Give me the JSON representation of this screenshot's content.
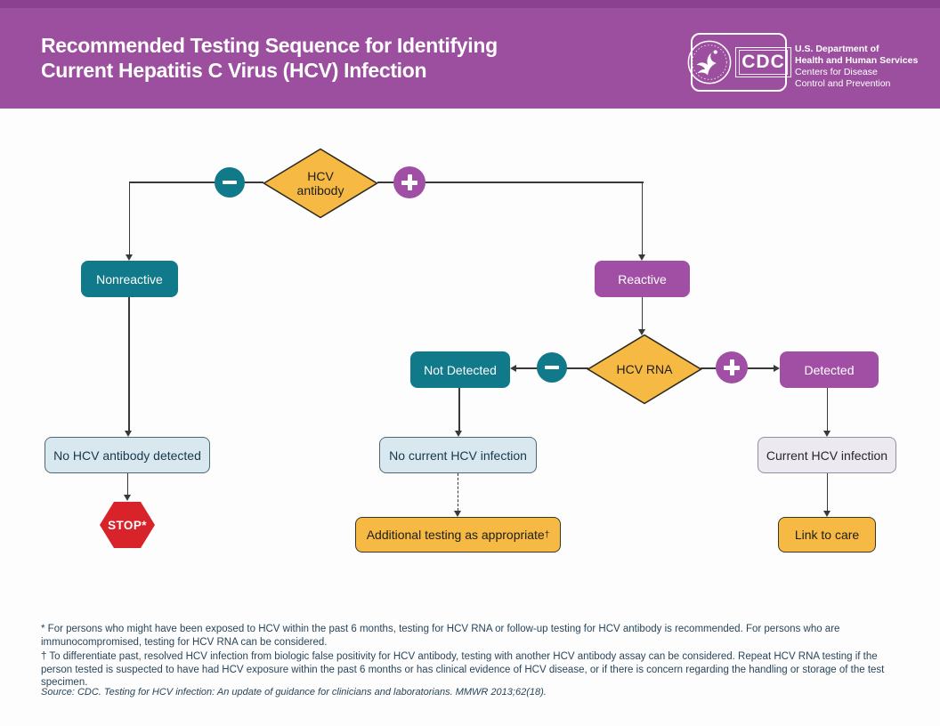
{
  "header": {
    "title_line1": "Recommended Testing Sequence for Identifying",
    "title_line2": "Current Hepatitis C Virus (HCV) Infection",
    "logo": {
      "cdc": "CDC",
      "dept_bold1": "U.S. Department of",
      "dept_bold2": "Health and Human Services",
      "dept_reg1": "Centers for Disease",
      "dept_reg2": "Control and Prevention"
    }
  },
  "flowchart": {
    "nodes": {
      "hcv_antibody_line1": "HCV",
      "hcv_antibody_line2": "antibody",
      "nonreactive": "Nonreactive",
      "reactive": "Reactive",
      "hcv_rna": "HCV RNA",
      "not_detected": "Not Detected",
      "detected": "Detected",
      "no_hcv_antibody_detected": "No HCV antibody detected",
      "stop": "STOP*",
      "no_current_hcv_infection": "No current HCV infection",
      "additional_testing": "Additional testing as appropriate",
      "additional_testing_sup": "†",
      "current_hcv_infection": "Current HCV infection",
      "link_to_care": "Link to care"
    },
    "icons": {
      "minus_icon": "−",
      "plus_icon": "+"
    }
  },
  "footnotes": {
    "note1": "* For persons who might have been exposed to HCV within the past 6 months, testing for HCV RNA or follow-up testing for HCV antibody is recommended. For persons who are immunocompromised, testing for HCV RNA can be considered.",
    "note2": "† To differentiate past, resolved HCV infection from biologic false positivity for HCV antibody, testing with another HCV antibody assay can be considered. Repeat HCV RNA testing if the person tested is suspected to have had HCV exposure within the past 6 months or has clinical evidence of HCV disease, or if there is concern regarding the handling or storage of the test specimen.",
    "source": "Source: CDC. Testing for HCV infection: An update of guidance for clinicians and laboratorians. MMWR 2013;62(18)."
  },
  "colors": {
    "header_purple": "#9c4f9f",
    "teal": "#10798a",
    "purple": "#a14fa4",
    "yellow": "#f6b944",
    "red": "#d8232a",
    "light_blue": "#d8e8ee",
    "lavender": "#ece9f1",
    "line": "#383838",
    "footnote_text": "#28465a"
  }
}
